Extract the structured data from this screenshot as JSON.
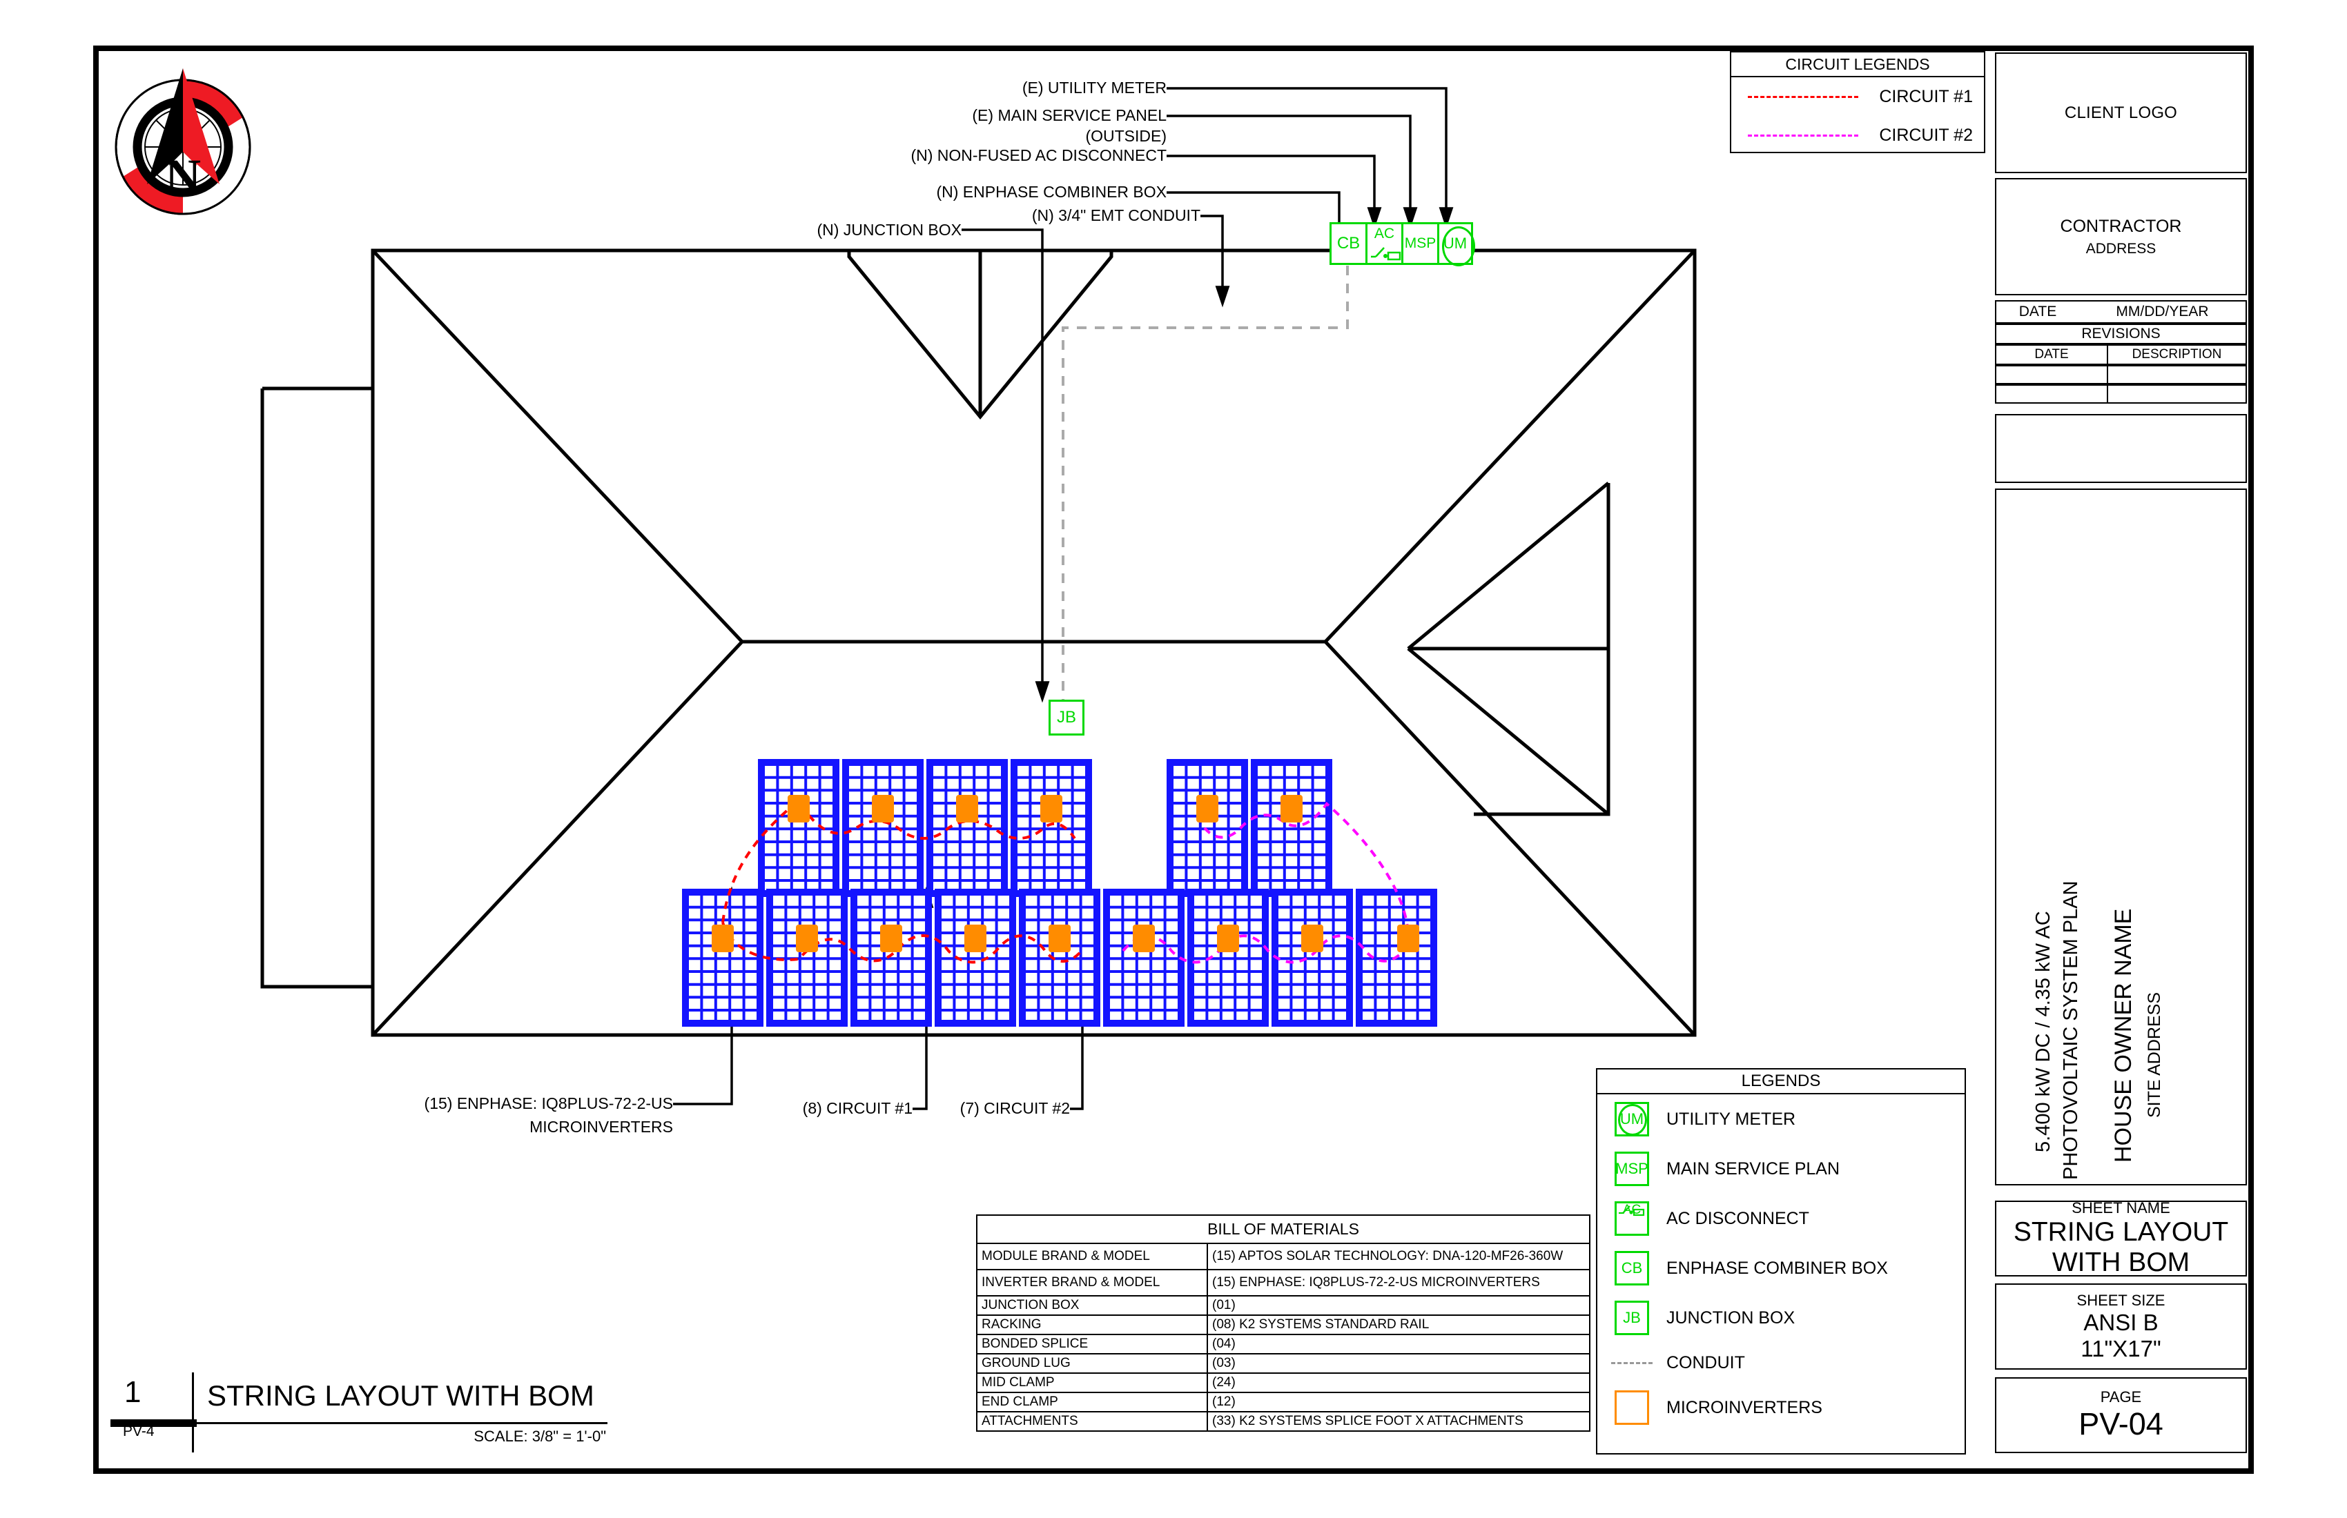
{
  "sheet": {
    "border_color": "#000000"
  },
  "compass": {
    "name": "north-arrow",
    "letter": "N",
    "colors": {
      "red": "#ee1b24",
      "black": "#000000"
    }
  },
  "circuit_legends": {
    "title": "CIRCUIT LEGENDS",
    "items": [
      {
        "label": "CIRCUIT #1",
        "color": "#ff0000"
      },
      {
        "label": "CIRCUIT #2",
        "color": "#ff00ff"
      }
    ]
  },
  "annotations": {
    "utility_meter": "(E) UTILITY METER",
    "main_service_panel": "(E) MAIN SERVICE PANEL",
    "main_service_panel_2": "(OUTSIDE)",
    "ac_disconnect": "(N) NON-FUSED AC DISCONNECT",
    "combiner_box": "(N) ENPHASE COMBINER BOX",
    "conduit": "(N) 3/4\" EMT CONDUIT",
    "junction_box": "(N) JUNCTION BOX",
    "microinverters_l1": "(15) ENPHASE: IQ8PLUS-72-2-US",
    "microinverters_l2": "MICROINVERTERS",
    "circuit1": "(8) CIRCUIT #1",
    "circuit2": "(7) CIRCUIT #2"
  },
  "equipment_row": [
    {
      "id": "CB",
      "name": "enphase-combiner-box"
    },
    {
      "id": "AC",
      "name": "ac-disconnect"
    },
    {
      "id": "MSP",
      "name": "main-service-panel"
    },
    {
      "id": "UM",
      "name": "utility-meter"
    }
  ],
  "roof_junction_box": {
    "id": "JB"
  },
  "title_block": {
    "client_logo": "CLIENT LOGO",
    "contractor": "CONTRACTOR",
    "contractor_address": "ADDRESS",
    "date_label": "DATE",
    "date_value": "MM/DD/YEAR",
    "revisions_title": "REVISIONS",
    "revisions_col_date": "DATE",
    "revisions_col_desc": "DESCRIPTION",
    "revision_rows": [
      {
        "date": "",
        "description": ""
      },
      {
        "date": "",
        "description": ""
      }
    ],
    "vertical": {
      "line1": "5.400 kW DC / 4.35 kW AC",
      "line2": "PHOTOVOLTAIC SYSTEM PLAN",
      "line3": "HOUSE OWNER NAME",
      "line4": "SITE ADDRESS"
    },
    "sheet_name_label": "SHEET NAME",
    "sheet_name_l1": "STRING LAYOUT",
    "sheet_name_l2": "WITH BOM",
    "sheet_size_label": "SHEET SIZE",
    "sheet_size_l1": "ANSI B",
    "sheet_size_l2": "11\"X17\"",
    "page_label": "PAGE",
    "page_value": "PV-04"
  },
  "legends": {
    "title": "LEGENDS",
    "items": [
      {
        "symbol": "UM",
        "label": "UTILITY METER",
        "type": "green-circle-box"
      },
      {
        "symbol": "MSP",
        "label": "MAIN SERVICE PLAN",
        "type": "green-box"
      },
      {
        "symbol": "AC",
        "label": "AC DISCONNECT",
        "type": "green-switch-box"
      },
      {
        "symbol": "CB",
        "label": "ENPHASE COMBINER BOX",
        "type": "green-box"
      },
      {
        "symbol": "JB",
        "label": "JUNCTION BOX",
        "type": "green-box"
      },
      {
        "symbol": "",
        "label": "CONDUIT",
        "type": "dashed-line"
      },
      {
        "symbol": "",
        "label": "MICROINVERTERS",
        "type": "orange-box"
      }
    ]
  },
  "bom": {
    "title": "BILL OF MATERIALS",
    "rows": [
      {
        "item": "MODULE BRAND & MODEL",
        "value": "(15) APTOS SOLAR TECHNOLOGY: DNA-120-MF26-360W",
        "tall": true
      },
      {
        "item": "INVERTER BRAND & MODEL",
        "value": "(15) ENPHASE: IQ8PLUS-72-2-US MICROINVERTERS",
        "tall": true
      },
      {
        "item": "JUNCTION BOX",
        "value": "(01)",
        "tall": false
      },
      {
        "item": "RACKING",
        "value": "(08) K2 SYSTEMS STANDARD RAIL",
        "tall": false
      },
      {
        "item": "BONDED SPLICE",
        "value": "(04)",
        "tall": false
      },
      {
        "item": "GROUND LUG",
        "value": "(03)",
        "tall": false
      },
      {
        "item": "MID CLAMP",
        "value": "(24)",
        "tall": false
      },
      {
        "item": "END CLAMP",
        "value": "(12)",
        "tall": false
      },
      {
        "item": "ATTACHMENTS",
        "value": "(33) K2 SYSTEMS SPLICE FOOT X ATTACHMENTS",
        "tall": false
      }
    ]
  },
  "detail_title": {
    "number": "1",
    "sub": "PV-4",
    "name": "STRING LAYOUT WITH BOM",
    "scale": "SCALE: 3/8\" = 1'-0\""
  },
  "array": {
    "module_frame_color": "#1414ff",
    "microinverter_color": "#ff8c00",
    "circuit1_color": "#ff0000",
    "circuit2_color": "#ff00ff",
    "top_row_left_count": 4,
    "top_row_right_count": 2,
    "bottom_row_count": 9,
    "total_modules": 15
  }
}
